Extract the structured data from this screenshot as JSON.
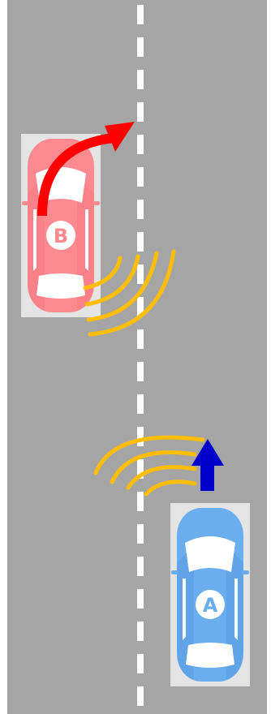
{
  "colors": {
    "road": "#a5a5a5",
    "border": "#ffffff",
    "lane_marking": "#ffffff",
    "car_a": "#6aaef0",
    "car_a_dark": "#4e92d8",
    "car_b": "#fd8a90",
    "car_b_dark": "#f07078",
    "signal_waves": "#ffbf00",
    "arrow_a": "#0000cc",
    "arrow_b": "#ff0000",
    "window": "#ffffff"
  },
  "cars": [
    {
      "id": "a",
      "label": "A",
      "heading": "straight-up"
    },
    {
      "id": "b",
      "label": "B",
      "heading": "lane-change-right"
    }
  ],
  "icons": {
    "car_a": "car-top-view-icon",
    "car_b": "car-top-view-icon",
    "wave_a": "signal-waves-icon",
    "wave_b": "signal-waves-icon",
    "arrow_a": "straight-arrow-icon",
    "arrow_b": "curved-arrow-icon"
  }
}
